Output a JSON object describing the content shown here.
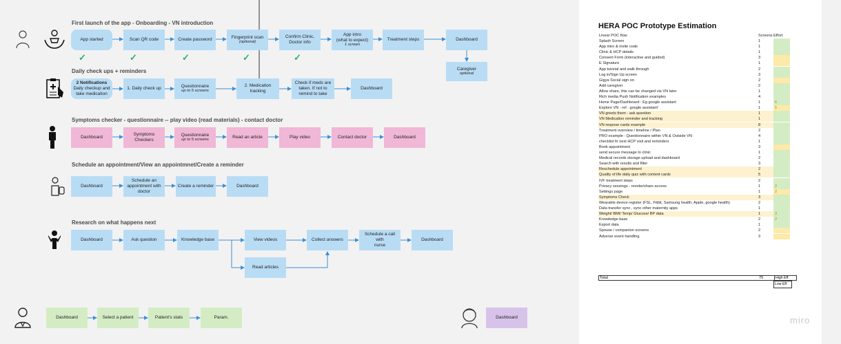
{
  "colors": {
    "blue": "#b9dcf5",
    "pink": "#f0b7d6",
    "green": "#d4ecc4",
    "purple": "#d7c3ea",
    "check": "#2faa6d",
    "yellow_row": "#fdf1cf",
    "effort_green": "#d4ecc4",
    "effort_yellow": "#fde9a8"
  },
  "flow1": {
    "title": "First launch of the app - Onboarding - VN introduction",
    "n1": "App started",
    "n2": "Scan QR code",
    "n3": "Create password",
    "n4": "Fingerprint scan",
    "n4_sub": "(optional)",
    "n5a": "Confirm Clinic,",
    "n5b": "Doctor info",
    "n6a": "App intro",
    "n6b": "(what to expect)",
    "n6_sub": "1 screen",
    "n7": "Treatment steps",
    "n8": "Dashboard",
    "n9": "Caregiver",
    "n9_sub": "optional",
    "check": "✓"
  },
  "flow2": {
    "title": "Daily check ups + reminders",
    "n1_bold": "2 Notifications",
    "n1a": "Daily checkup and",
    "n1b": "take medication",
    "n2": "1. Daily check up",
    "n3": "Questionnaire",
    "n3_sub": "up to 5 screens",
    "n4a": "2. Medication",
    "n4b": "tracking",
    "n5a": "Check if meds are",
    "n5b": "taken. If not to",
    "n5c": "remind to take",
    "n6": "Dashboard"
  },
  "flow3": {
    "title": "Symptoms checker - questionnaire -- play video (read materials) - contact doctor",
    "n1": "Dashboard",
    "n2a": "Symptoms",
    "n2b": "Checkers",
    "n3": "Questionnaire",
    "n3_sub": "up to 5 screens",
    "n4": "Read an article",
    "n5": "Play video",
    "n6": "Contact doctor",
    "n7": "Dashboard"
  },
  "flow4": {
    "title": "Schedule an appointment/View an appointmnet/Create a reminder",
    "n1": "Dashboard",
    "n2a": "Schedule an",
    "n2b": "appointment with",
    "n2c": "doctor",
    "n3": "Create a reminder",
    "n4": "Dashboard"
  },
  "flow5": {
    "title": "Research on what happens next",
    "n1": "Dashboard",
    "n2": "Ask question",
    "n3": "Knowledge base",
    "n4": "View videos",
    "n5": "Collect answers",
    "n6a": "Schedule a call with",
    "n6b": "nurse",
    "n7": "Dashboard",
    "n8": "Read articles"
  },
  "flow6": {
    "n1": "Dashboard",
    "n2": "Select a patient",
    "n3": "Patient's stats",
    "n4": "Param."
  },
  "flow7": {
    "n1": "Dashboard"
  },
  "sheet": {
    "title": "HERA POC Prototype Estimation",
    "col_flow": "Linear POC flow",
    "col_screens": "Screens",
    "col_effort": "Effort",
    "rows": [
      {
        "label": "Splash Screen",
        "screens": "1",
        "hl": false,
        "effort": "g",
        "extra": ""
      },
      {
        "label": "App intro & invite code",
        "screens": "1",
        "hl": false,
        "effort": "g",
        "extra": ""
      },
      {
        "label": "Clinic & HCP details",
        "screens": "1",
        "hl": false,
        "effort": "g",
        "extra": ""
      },
      {
        "label": "Consent Form (interactive and guided)",
        "screens": "3",
        "hl": false,
        "effort": "y",
        "extra": ""
      },
      {
        "label": "E Signature",
        "screens": "1",
        "hl": false,
        "effort": "y",
        "extra": ""
      },
      {
        "label": "App tutorial and walk through",
        "screens": "2",
        "hl": false,
        "effort": "g",
        "extra": ""
      },
      {
        "label": "Log in/Sign Up screen",
        "screens": "3",
        "hl": false,
        "effort": "g",
        "extra": ""
      },
      {
        "label": "Gigya Social sign on",
        "screens": "2",
        "hl": false,
        "effort": "y",
        "extra": ""
      },
      {
        "label": "Add caregiver",
        "screens": "2",
        "hl": false,
        "effort": "g",
        "extra": ""
      },
      {
        "label": "Allow share, this can be changed via VN later",
        "screens": "1",
        "hl": false,
        "effort": "g",
        "extra": ""
      },
      {
        "label": "Rich media Push Notification examples",
        "screens": "4",
        "hl": false,
        "effort": "g",
        "extra": ""
      },
      {
        "label": "Home Page/Dashboard : Eg google assistant",
        "screens": "1",
        "hl": false,
        "effort": "g",
        "extra": "6"
      },
      {
        "label": "Explore VN - ref : google assistant'",
        "screens": "1",
        "hl": false,
        "effort": "y",
        "extra": "5"
      },
      {
        "label": "VN greets them - ask question",
        "screens": "1",
        "hl": true,
        "effort": "g",
        "extra": ""
      },
      {
        "label": "VN Medication reminder and tracking",
        "screens": "1",
        "hl": true,
        "effort": "g",
        "extra": ""
      },
      {
        "label": "VN respose cards example",
        "screens": "8",
        "hl": true,
        "effort": "g",
        "extra": ""
      },
      {
        "label": "Treatment overview / timeline / Plan",
        "screens": "2",
        "hl": false,
        "effort": "g",
        "extra": ""
      },
      {
        "label": "PRO example : Questionnaire within VN & Outside VN",
        "screens": "4",
        "hl": false,
        "effort": "g",
        "extra": ""
      },
      {
        "label": "checklist fir next HCP visit and reminders",
        "screens": "1",
        "hl": false,
        "effort": "g",
        "extra": ""
      },
      {
        "label": "Book appointment",
        "screens": "3",
        "hl": false,
        "effort": "y",
        "extra": ""
      },
      {
        "label": "send secure message to clinic",
        "screens": "1",
        "hl": false,
        "effort": "g",
        "extra": ""
      },
      {
        "label": "Medical records storage upload and dashboard",
        "screens": "2",
        "hl": false,
        "effort": "g",
        "extra": ""
      },
      {
        "label": "Search with results and filter",
        "screens": "3",
        "hl": false,
        "effort": "g",
        "extra": ""
      },
      {
        "label": "Reschedule appointment",
        "screens": "2",
        "hl": true,
        "effort": "g",
        "extra": ""
      },
      {
        "label": "Quality of life daily quiz with content cards",
        "screens": "5",
        "hl": true,
        "effort": "g",
        "extra": ""
      },
      {
        "label": "IVF treatment steps",
        "screens": "2",
        "hl": false,
        "effort": "g",
        "extra": ""
      },
      {
        "label": "Privacy sessings - revoke/share access",
        "screens": "1",
        "hl": false,
        "effort": "g",
        "extra": "2"
      },
      {
        "label": "Settings page",
        "screens": "1",
        "hl": false,
        "effort": "y",
        "extra": "2"
      },
      {
        "label": "Symptoms Check",
        "screens": "3",
        "hl": true,
        "effort": "g",
        "extra": ""
      },
      {
        "label": "Wearable device register (FSL, Fitbit, Samsung health, Apple, google health)",
        "screens": "2",
        "hl": false,
        "effort": "g",
        "extra": ""
      },
      {
        "label": "Data transfer sync , sync other maternity apps",
        "screens": "1",
        "hl": false,
        "effort": "g",
        "extra": ""
      },
      {
        "label": "Weight/ BMI/ Temp/ Glucose/ BP data",
        "screens": "1",
        "hl": true,
        "effort": "g",
        "extra": "3"
      },
      {
        "label": "Knowledge base",
        "screens": "2",
        "hl": false,
        "effort": "g",
        "extra": "2"
      },
      {
        "label": "Export data",
        "screens": "1",
        "hl": false,
        "effort": "g",
        "extra": ""
      },
      {
        "label": "Spouse / companion screens",
        "screens": "2",
        "hl": false,
        "effort": "y",
        "extra": ""
      },
      {
        "label": "Adverse event handling",
        "screens": "3",
        "hl": false,
        "effort": "y",
        "extra": ""
      }
    ],
    "total_label": "Total",
    "total_value": "75",
    "legend_high": "High Eff",
    "legend_low": "Low Eff"
  },
  "watermark": "miro",
  "icons": [
    "user-outline-icon",
    "hands-heart-icon",
    "clipboard-cross-icon",
    "person-standing-icon",
    "pill-bottle-icon",
    "person-thinking-icon",
    "doctor-icon",
    "patient-face-icon"
  ]
}
